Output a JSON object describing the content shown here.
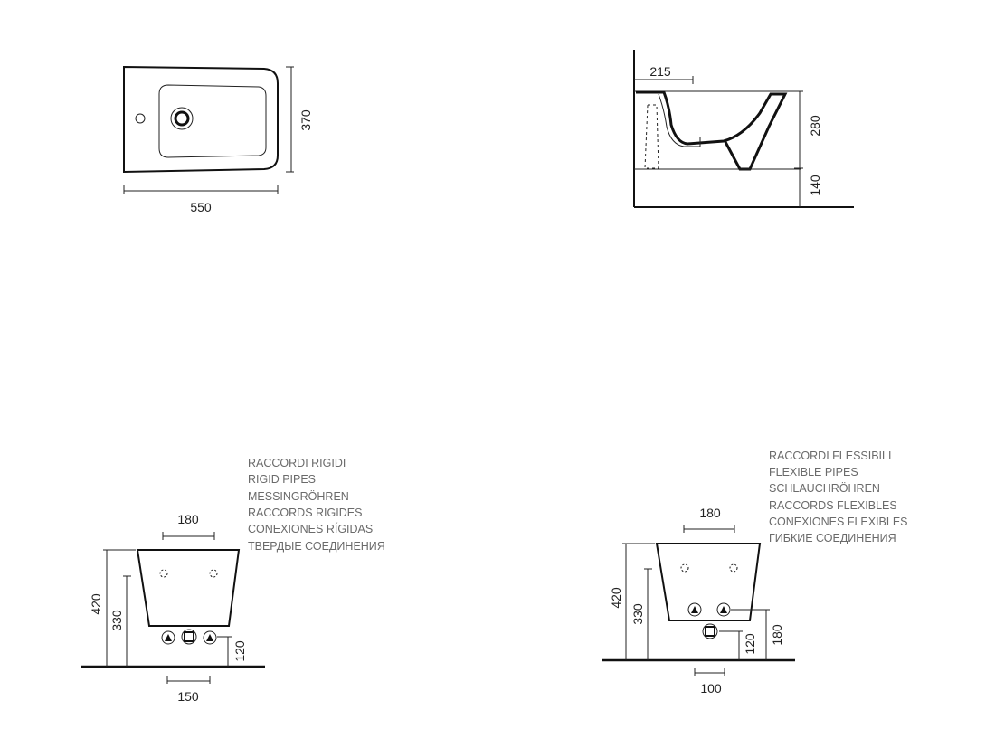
{
  "top_view": {
    "width_dim": "550",
    "depth_dim": "370"
  },
  "side_view": {
    "offset_dim": "215",
    "height_dim": "280",
    "floor_dim": "140"
  },
  "rigid_view": {
    "labels": [
      "RACCORDI RIGIDI",
      "RIGID PIPES",
      "MESSINGRÖHREN",
      "RACCORDS RIGIDES",
      "CONEXIONES RÍGIDAS",
      "ТВЕРДЫЕ СОЕДИНЕНИЯ"
    ],
    "top_dim": "180",
    "total_height": "420",
    "bowl_height": "330",
    "connection_height": "120",
    "bottom_dim": "150"
  },
  "flexible_view": {
    "labels": [
      "RACCORDI FLESSIBILI",
      "FLEXIBLE PIPES",
      "SCHLAUCHRÖHREN",
      "RACCORDS FLEXIBLES",
      "CONEXIONES FLEXIBLES",
      "ГИБКИЕ СОЕДИНЕНИЯ"
    ],
    "top_dim": "180",
    "total_height": "420",
    "bowl_height": "330",
    "connection_height": "120",
    "right_height": "180",
    "bottom_dim": "100"
  },
  "colors": {
    "line": "#111111",
    "note_text": "#6a6a6a"
  }
}
